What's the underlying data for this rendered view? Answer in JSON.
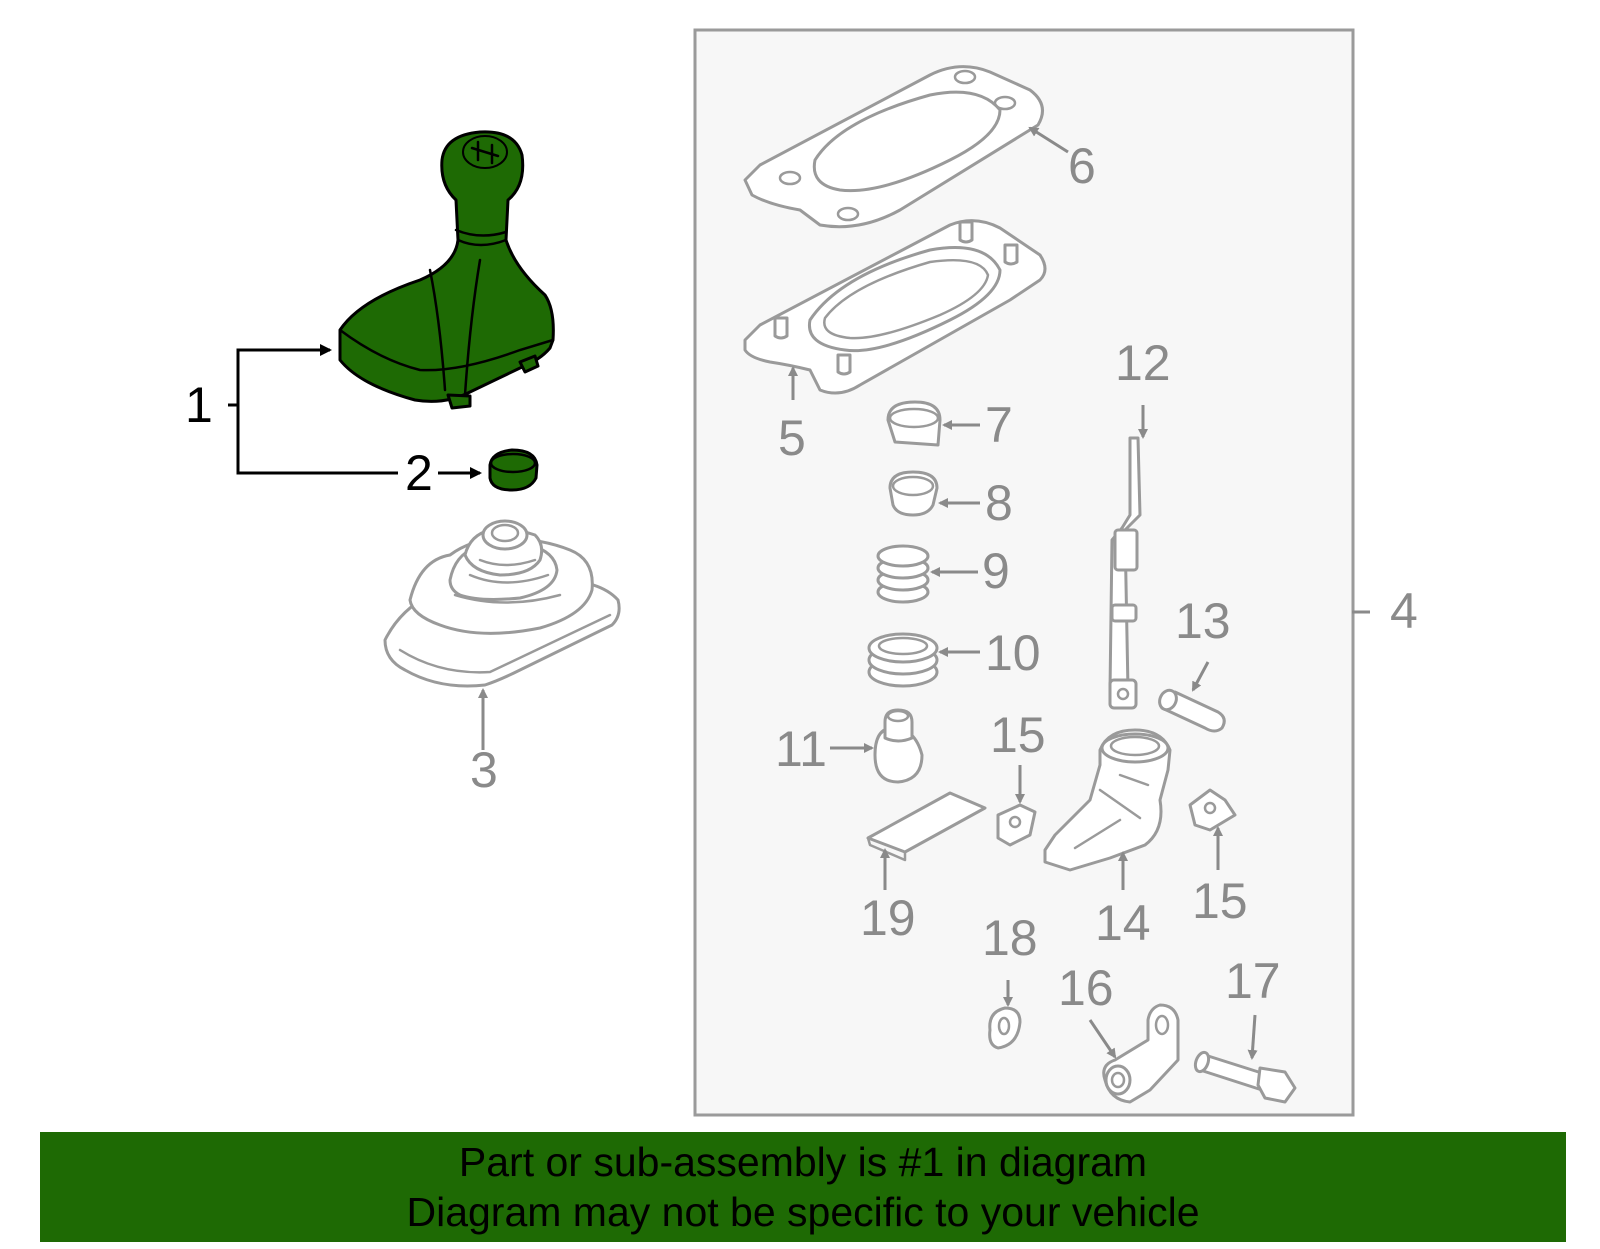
{
  "diagram": {
    "callouts": {
      "c1": "1",
      "c2": "2",
      "c3": "3",
      "c4": "4",
      "c5": "5",
      "c6": "6",
      "c7": "7",
      "c8": "8",
      "c9": "9",
      "c10": "10",
      "c11": "11",
      "c12": "12",
      "c13": "13",
      "c14": "14",
      "c15a": "15",
      "c15b": "15",
      "c16": "16",
      "c17": "17",
      "c18": "18",
      "c19": "19"
    },
    "colors": {
      "highlight": "#1e6a04",
      "part_outline": "#9a9a9a",
      "callout": "#8a8a8a",
      "banner": "#1e6a04"
    }
  },
  "banner": {
    "line1": "Part or sub-assembly is #1 in diagram",
    "line2": "Diagram may not be specific to your vehicle"
  }
}
